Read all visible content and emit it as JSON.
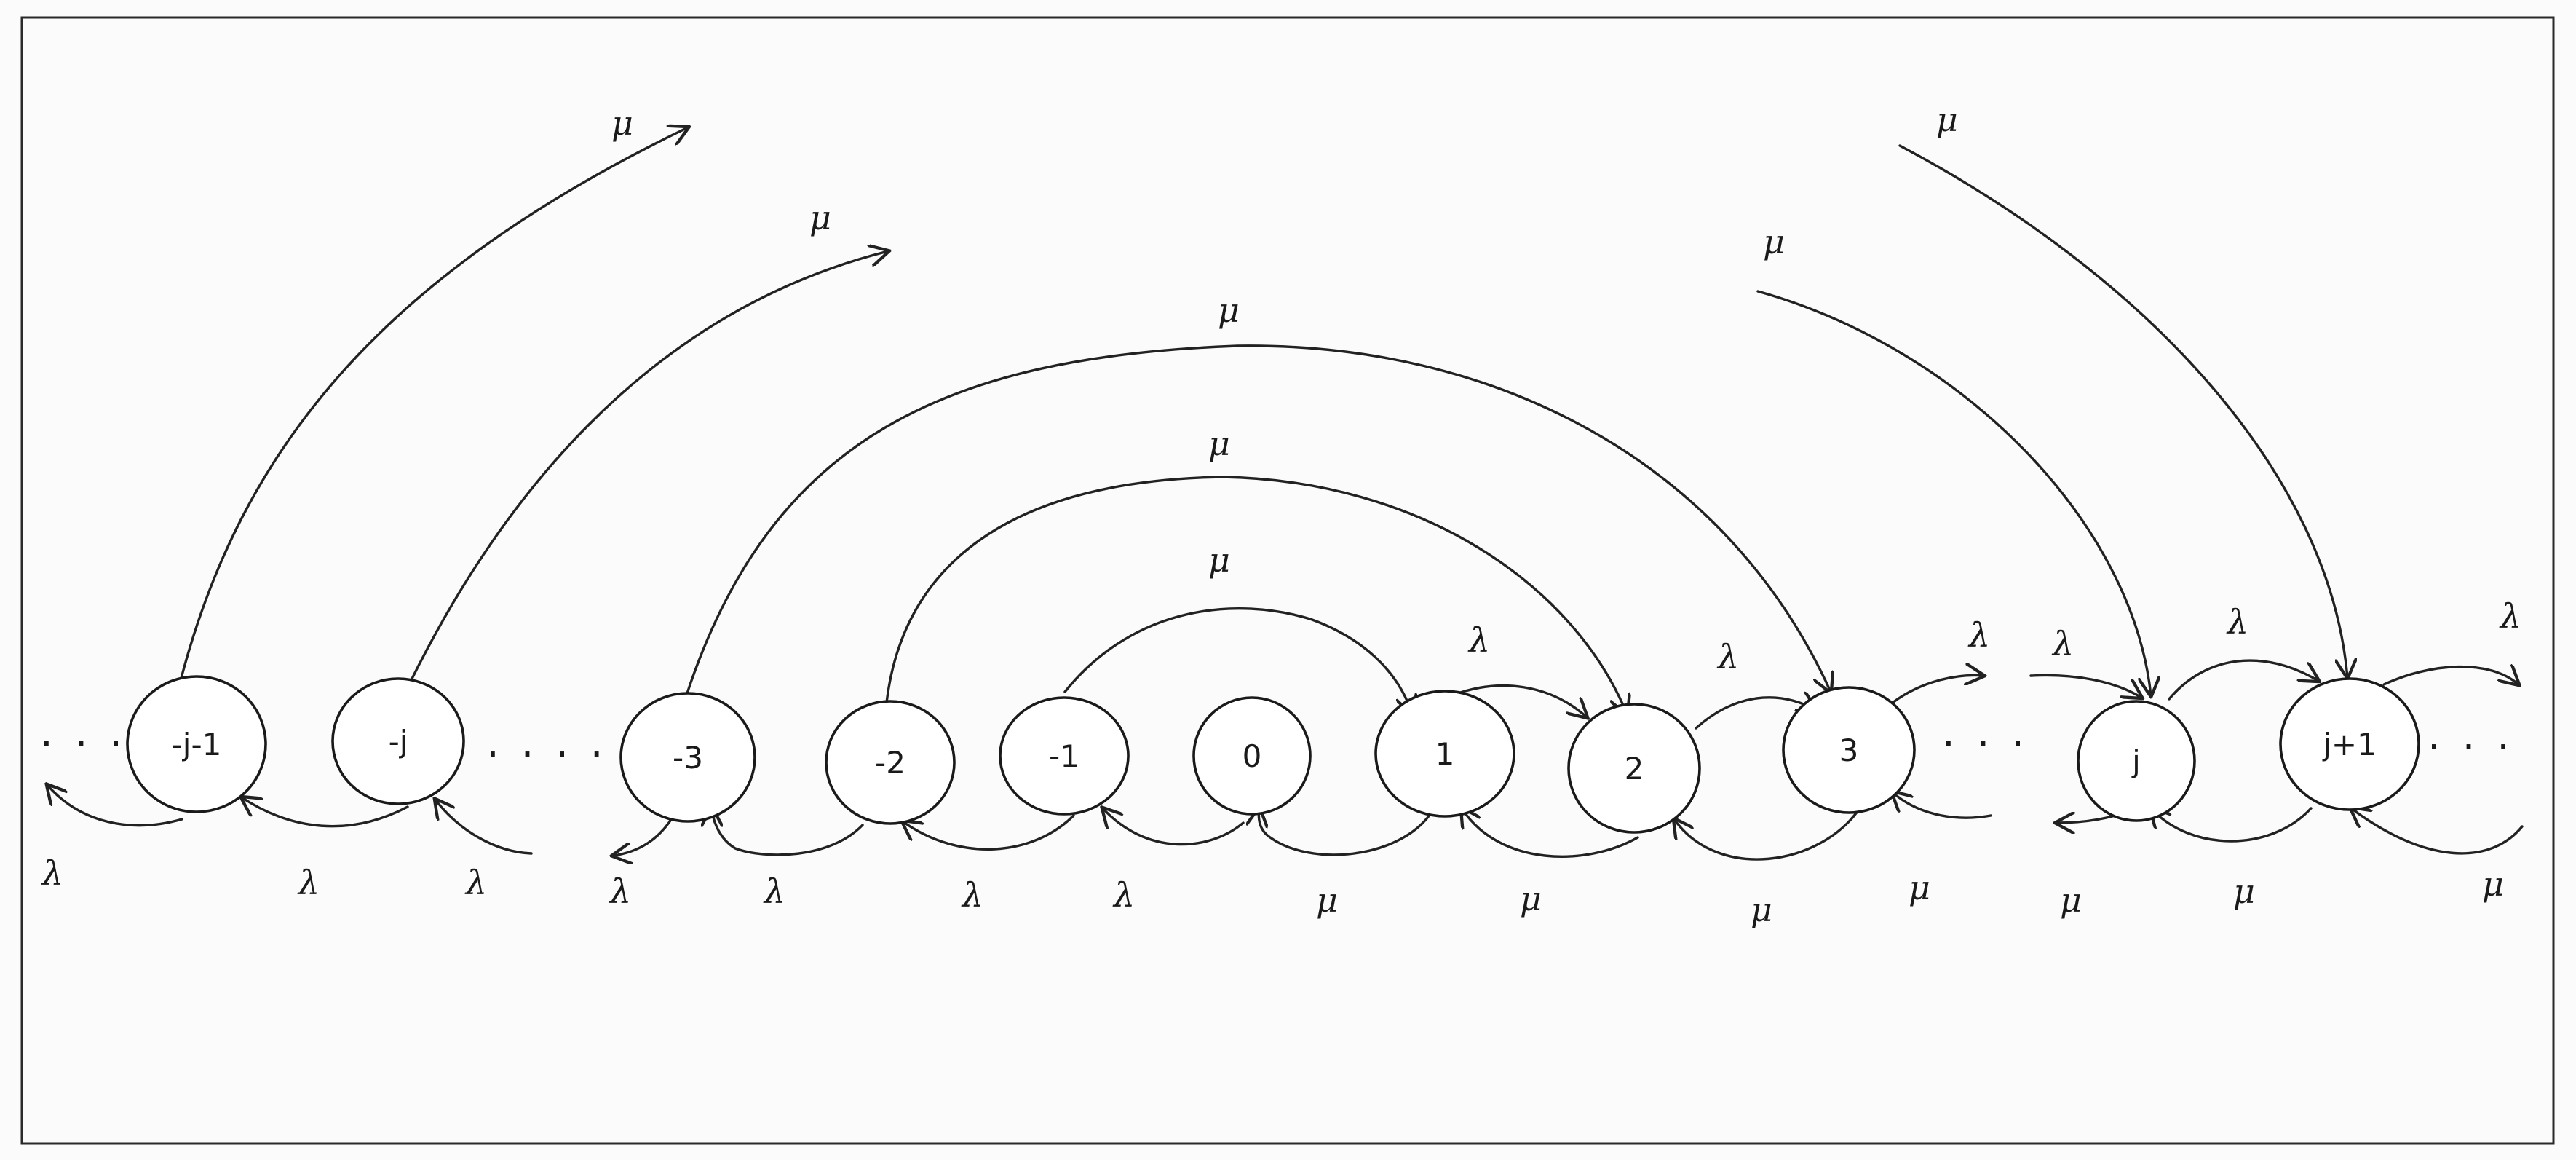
{
  "diagram": {
    "type": "state-transition-diagram",
    "states": [
      {
        "id": "n_j1",
        "label": "-j-1"
      },
      {
        "id": "n_j",
        "label": "-j"
      },
      {
        "id": "n_3",
        "label": "-3"
      },
      {
        "id": "n_2",
        "label": "-2"
      },
      {
        "id": "n_1",
        "label": "-1"
      },
      {
        "id": "n0",
        "label": "0"
      },
      {
        "id": "p1",
        "label": "1"
      },
      {
        "id": "p2",
        "label": "2"
      },
      {
        "id": "p3",
        "label": "3"
      },
      {
        "id": "pj",
        "label": "j"
      },
      {
        "id": "pj1",
        "label": "j+1"
      }
    ],
    "ellipses": [
      "· · ·",
      "· · · ·",
      "· · ·",
      "· · ·"
    ],
    "rates": {
      "arrival": "λ",
      "service": "μ"
    },
    "transitions": [
      {
        "from": "n_j1",
        "to": "left-offscreen",
        "label": "λ"
      },
      {
        "from": "n_j",
        "to": "n_j1",
        "label": "λ"
      },
      {
        "from": "right-offscreen",
        "to": "n_j",
        "label": "λ"
      },
      {
        "from": "n_3",
        "to": "left-offscreen",
        "label": "λ"
      },
      {
        "from": "n_2",
        "to": "n_3",
        "label": "λ"
      },
      {
        "from": "n_1",
        "to": "n_2",
        "label": "λ"
      },
      {
        "from": "n0",
        "to": "n_1",
        "label": "λ"
      },
      {
        "from": "p1",
        "to": "n0",
        "label": "μ"
      },
      {
        "from": "p2",
        "to": "p1",
        "label": "μ"
      },
      {
        "from": "p3",
        "to": "p2",
        "label": "μ"
      },
      {
        "from": "right-offscreen",
        "to": "p3",
        "label": "μ"
      },
      {
        "from": "pj",
        "to": "left-offscreen",
        "label": "μ"
      },
      {
        "from": "pj1",
        "to": "pj",
        "label": "μ"
      },
      {
        "from": "right-offscreen",
        "to": "pj1",
        "label": "μ"
      },
      {
        "from": "p1",
        "to": "p2",
        "label": "λ"
      },
      {
        "from": "p2",
        "to": "p3",
        "label": "λ"
      },
      {
        "from": "p3",
        "to": "right-offscreen",
        "label": "λ"
      },
      {
        "from": "left-offscreen",
        "to": "pj",
        "label": "λ"
      },
      {
        "from": "pj",
        "to": "pj1",
        "label": "λ"
      },
      {
        "from": "pj1",
        "to": "right-offscreen",
        "label": "λ"
      },
      {
        "from": "n_1",
        "to": "p1",
        "label": "μ"
      },
      {
        "from": "n_2",
        "to": "p2",
        "label": "μ"
      },
      {
        "from": "n_3",
        "to": "p3",
        "label": "μ"
      },
      {
        "from": "n_j",
        "to": "offscreen",
        "label": "μ"
      },
      {
        "from": "n_j1",
        "to": "offscreen",
        "label": "μ"
      },
      {
        "from": "offscreen",
        "to": "pj",
        "label": "μ"
      },
      {
        "from": "offscreen",
        "to": "pj1",
        "label": "μ"
      }
    ]
  }
}
